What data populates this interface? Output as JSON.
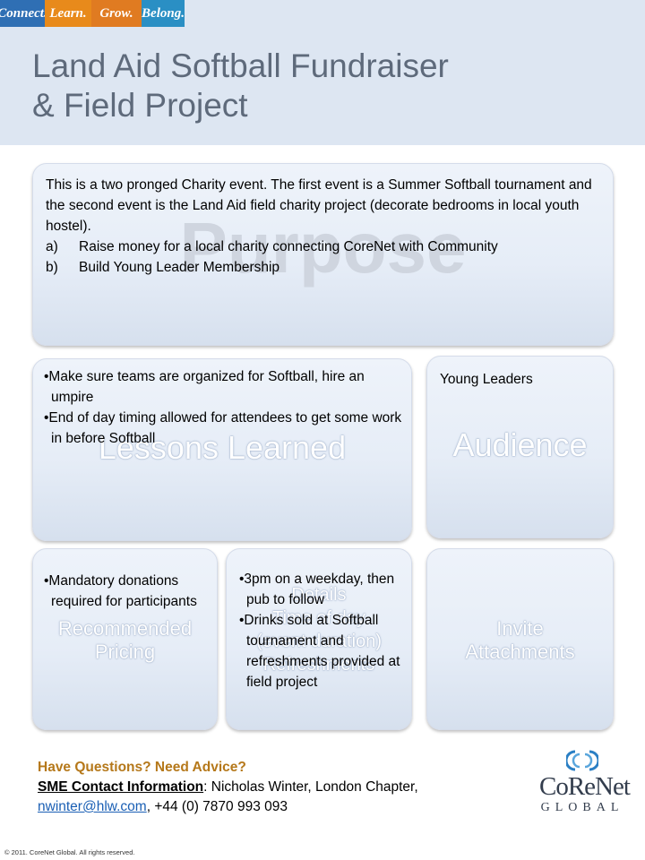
{
  "tagline": {
    "items": [
      {
        "label": "Connect.",
        "color": "#2f6fb4"
      },
      {
        "label": "Learn.",
        "color": "#e88a1b"
      },
      {
        "label": "Grow.",
        "color": "#e07b21"
      },
      {
        "label": "Belong.",
        "color": "#2a8fc4"
      }
    ]
  },
  "title": {
    "line1": "Land Aid Softball Fundraiser",
    "line2": "& Field Project"
  },
  "purpose": {
    "title": "Purpose",
    "intro": "This is a two pronged Charity event. The first event is a Summer Softball tournament and the second event is the Land Aid field charity project (decorate bedrooms in local youth hostel).",
    "items": [
      {
        "marker": "a)",
        "text": "Raise money for a local charity connecting CoreNet with Community"
      },
      {
        "marker": "b)",
        "text": "Build Young Leader Membership"
      }
    ]
  },
  "lessons": {
    "title": "Lessons Learned",
    "bullets": [
      "•Make sure teams are organized for Softball, hire an umpire",
      "•End of day timing allowed for attendees to get some work in before Softball"
    ]
  },
  "audience": {
    "title": "Audience",
    "text": "Young Leaders"
  },
  "pricing": {
    "title_line1": "Recommended",
    "title_line2": "Pricing",
    "bullets": [
      "•Mandatory donations required for participants"
    ]
  },
  "timing": {
    "title_line1": "Details",
    "title_line2": "Time of day",
    "title_line3": "(event duration)",
    "title_line4": "Refreshments",
    "bullets": [
      "•3pm on a weekday, then pub to follow",
      "•Drinks sold at Softball tournament and refreshments provided at field project"
    ]
  },
  "attachments": {
    "title_line1": "Invite",
    "title_line2": "Attachments"
  },
  "contact": {
    "heading": "Have Questions? Need Advice?",
    "sme_label": "SME Contact Information",
    "sme_rest": ": Nicholas Winter, London Chapter,",
    "email": "nwinter@hlw.com",
    "phone": ", +44 (0) 7870 993 093"
  },
  "logo": {
    "word": "CoReNet",
    "sub": "GLOBAL",
    "icon": "corenet-swirl-icon"
  },
  "copyright": "© 2011. CoreNet Global. All rights reserved."
}
